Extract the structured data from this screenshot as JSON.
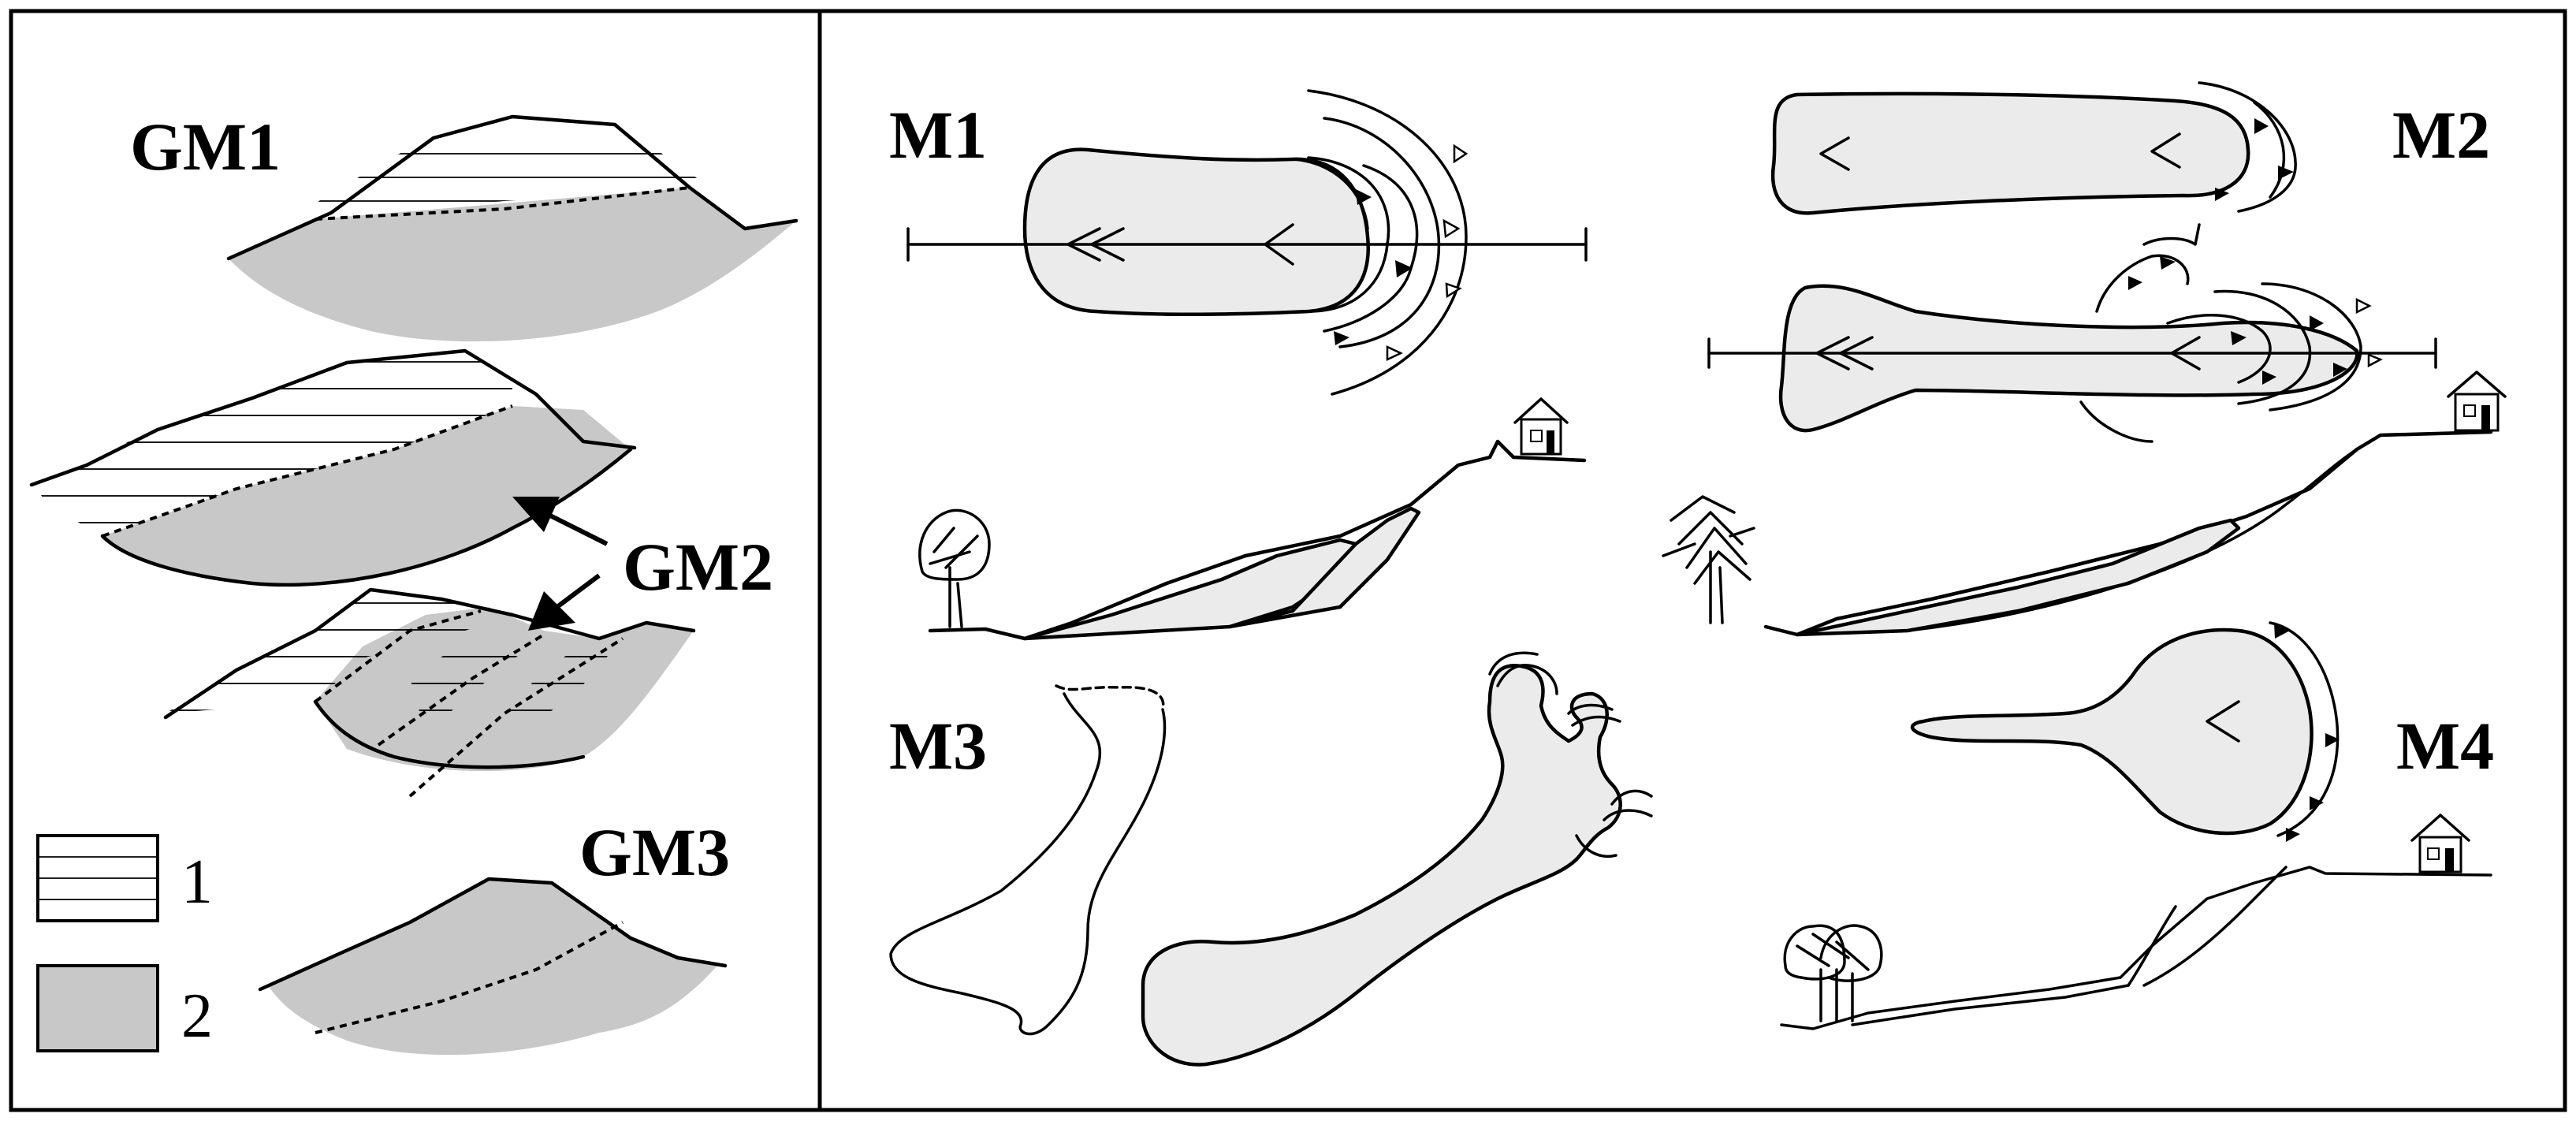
{
  "colors": {
    "fill_gray": "#c8c8c8",
    "fill_light": "#ebebeb",
    "stroke": "#000000",
    "background": "#ffffff"
  },
  "labels": {
    "gm1": "GM1",
    "gm2": "GM2",
    "gm3": "GM3",
    "m1": "M1",
    "m2": "M2",
    "m3": "M3",
    "m4": "M4"
  },
  "legend": [
    {
      "swatch": "horizontal-hatch",
      "label": "1"
    },
    {
      "swatch": "gray-fill",
      "label": "2"
    }
  ]
}
